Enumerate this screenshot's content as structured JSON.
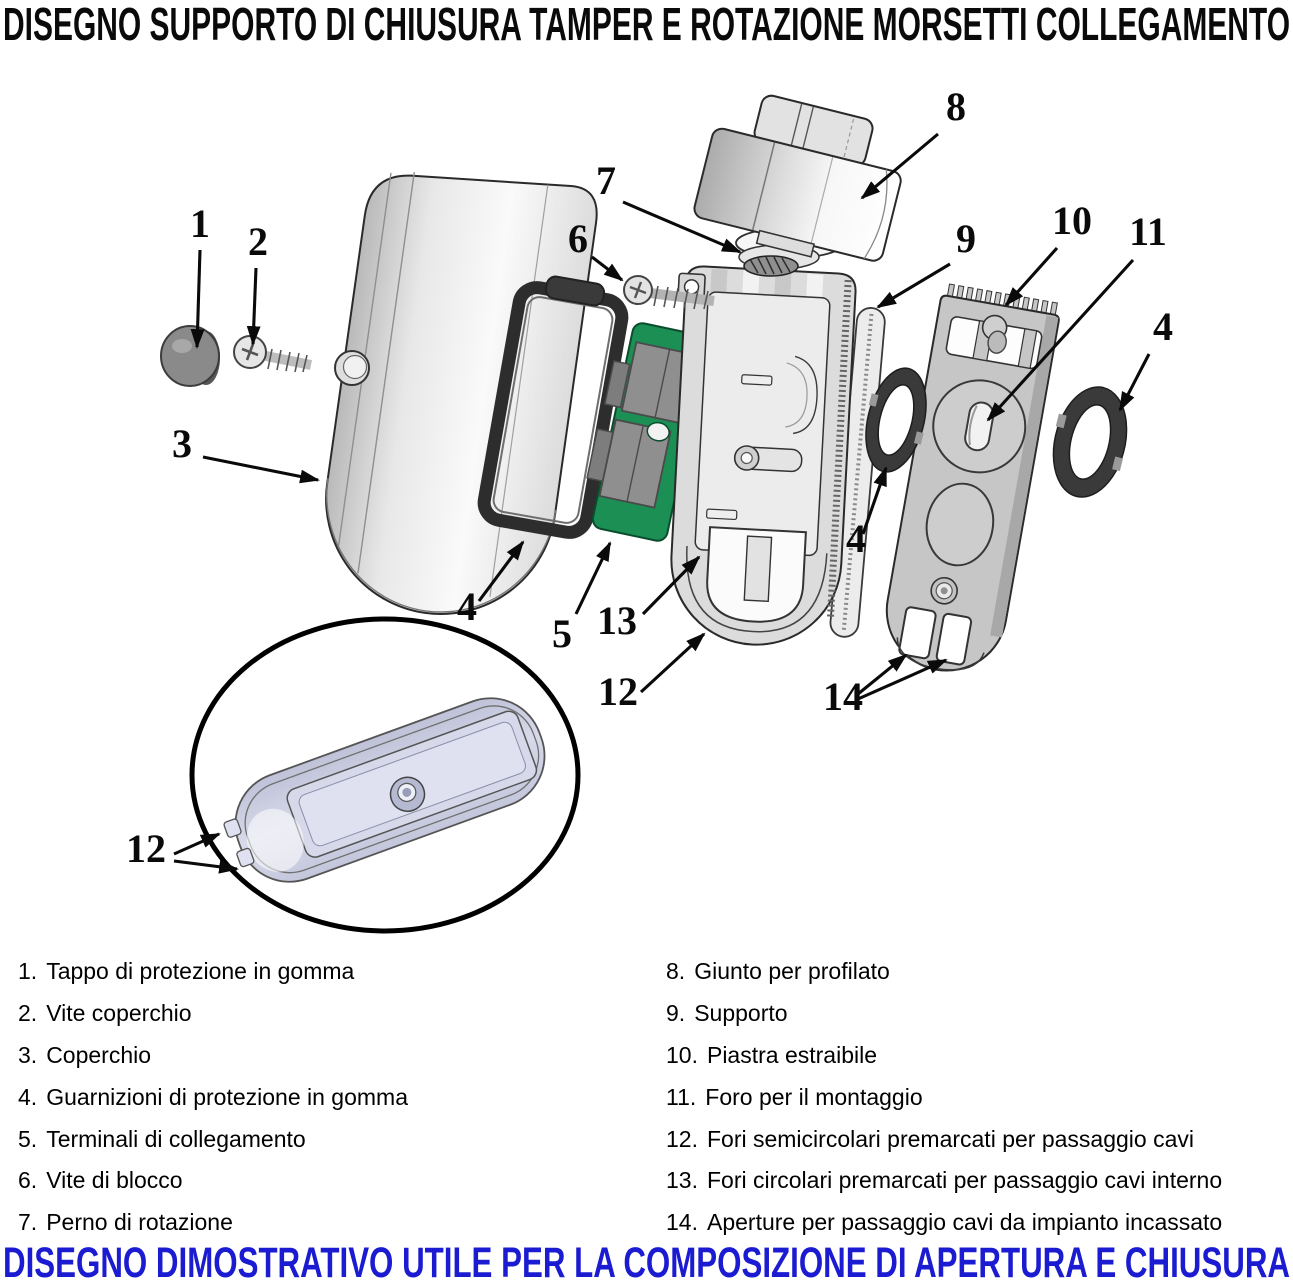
{
  "title": "DISEGNO SUPPORTO DI CHIUSURA TAMPER E ROTAZIONE MORSETTI COLLEGAMENTO",
  "footer": "DISEGNO DIMOSTRATIVO UTILE PER LA COMPOSIZIONE DI APERTURA E CHIUSURA",
  "colors": {
    "title_black": "#0a0a0a",
    "footer_blue": "#1b1bd1",
    "pcb_green": "#1c8f55",
    "gasket_dark": "#2e2e2e",
    "oring_dark": "#3a3a3a",
    "inset_lavender": "#c9cbdf",
    "metal_gray": "#d9d9d9"
  },
  "drawing": {
    "callouts": {
      "n1": "1",
      "n2": "2",
      "n3": "3",
      "n4a": "4",
      "n4b": "4",
      "n4c": "4",
      "n5": "5",
      "n6": "6",
      "n7": "7",
      "n8": "8",
      "n9": "9",
      "n10": "10",
      "n11": "11",
      "n12a": "12",
      "n12b": "12",
      "n13": "13",
      "n14": "14"
    }
  },
  "legend": {
    "left": [
      {
        "num": "1.",
        "text": "Tappo di protezione in gomma"
      },
      {
        "num": "2.",
        "text": "Vite coperchio"
      },
      {
        "num": "3.",
        "text": "Coperchio"
      },
      {
        "num": "4.",
        "text": "Guarnizioni di protezione in gomma"
      },
      {
        "num": "5.",
        "text": "Terminali di collegamento"
      },
      {
        "num": "6.",
        "text": "Vite di blocco"
      },
      {
        "num": "7.",
        "text": "Perno di rotazione"
      }
    ],
    "right": [
      {
        "num": "8.",
        "text": "Giunto per profilato"
      },
      {
        "num": "9.",
        "text": "Supporto"
      },
      {
        "num": "10.",
        "text": "Piastra estraibile"
      },
      {
        "num": "11.",
        "text": "Foro per il montaggio"
      },
      {
        "num": "12.",
        "text": "Fori semicircolari premarcati per passaggio cavi"
      },
      {
        "num": "13.",
        "text": "Fori circolari premarcati per passaggio cavi interno"
      },
      {
        "num": "14.",
        "text": "Aperture per passaggio cavi da impianto incassato"
      }
    ]
  }
}
